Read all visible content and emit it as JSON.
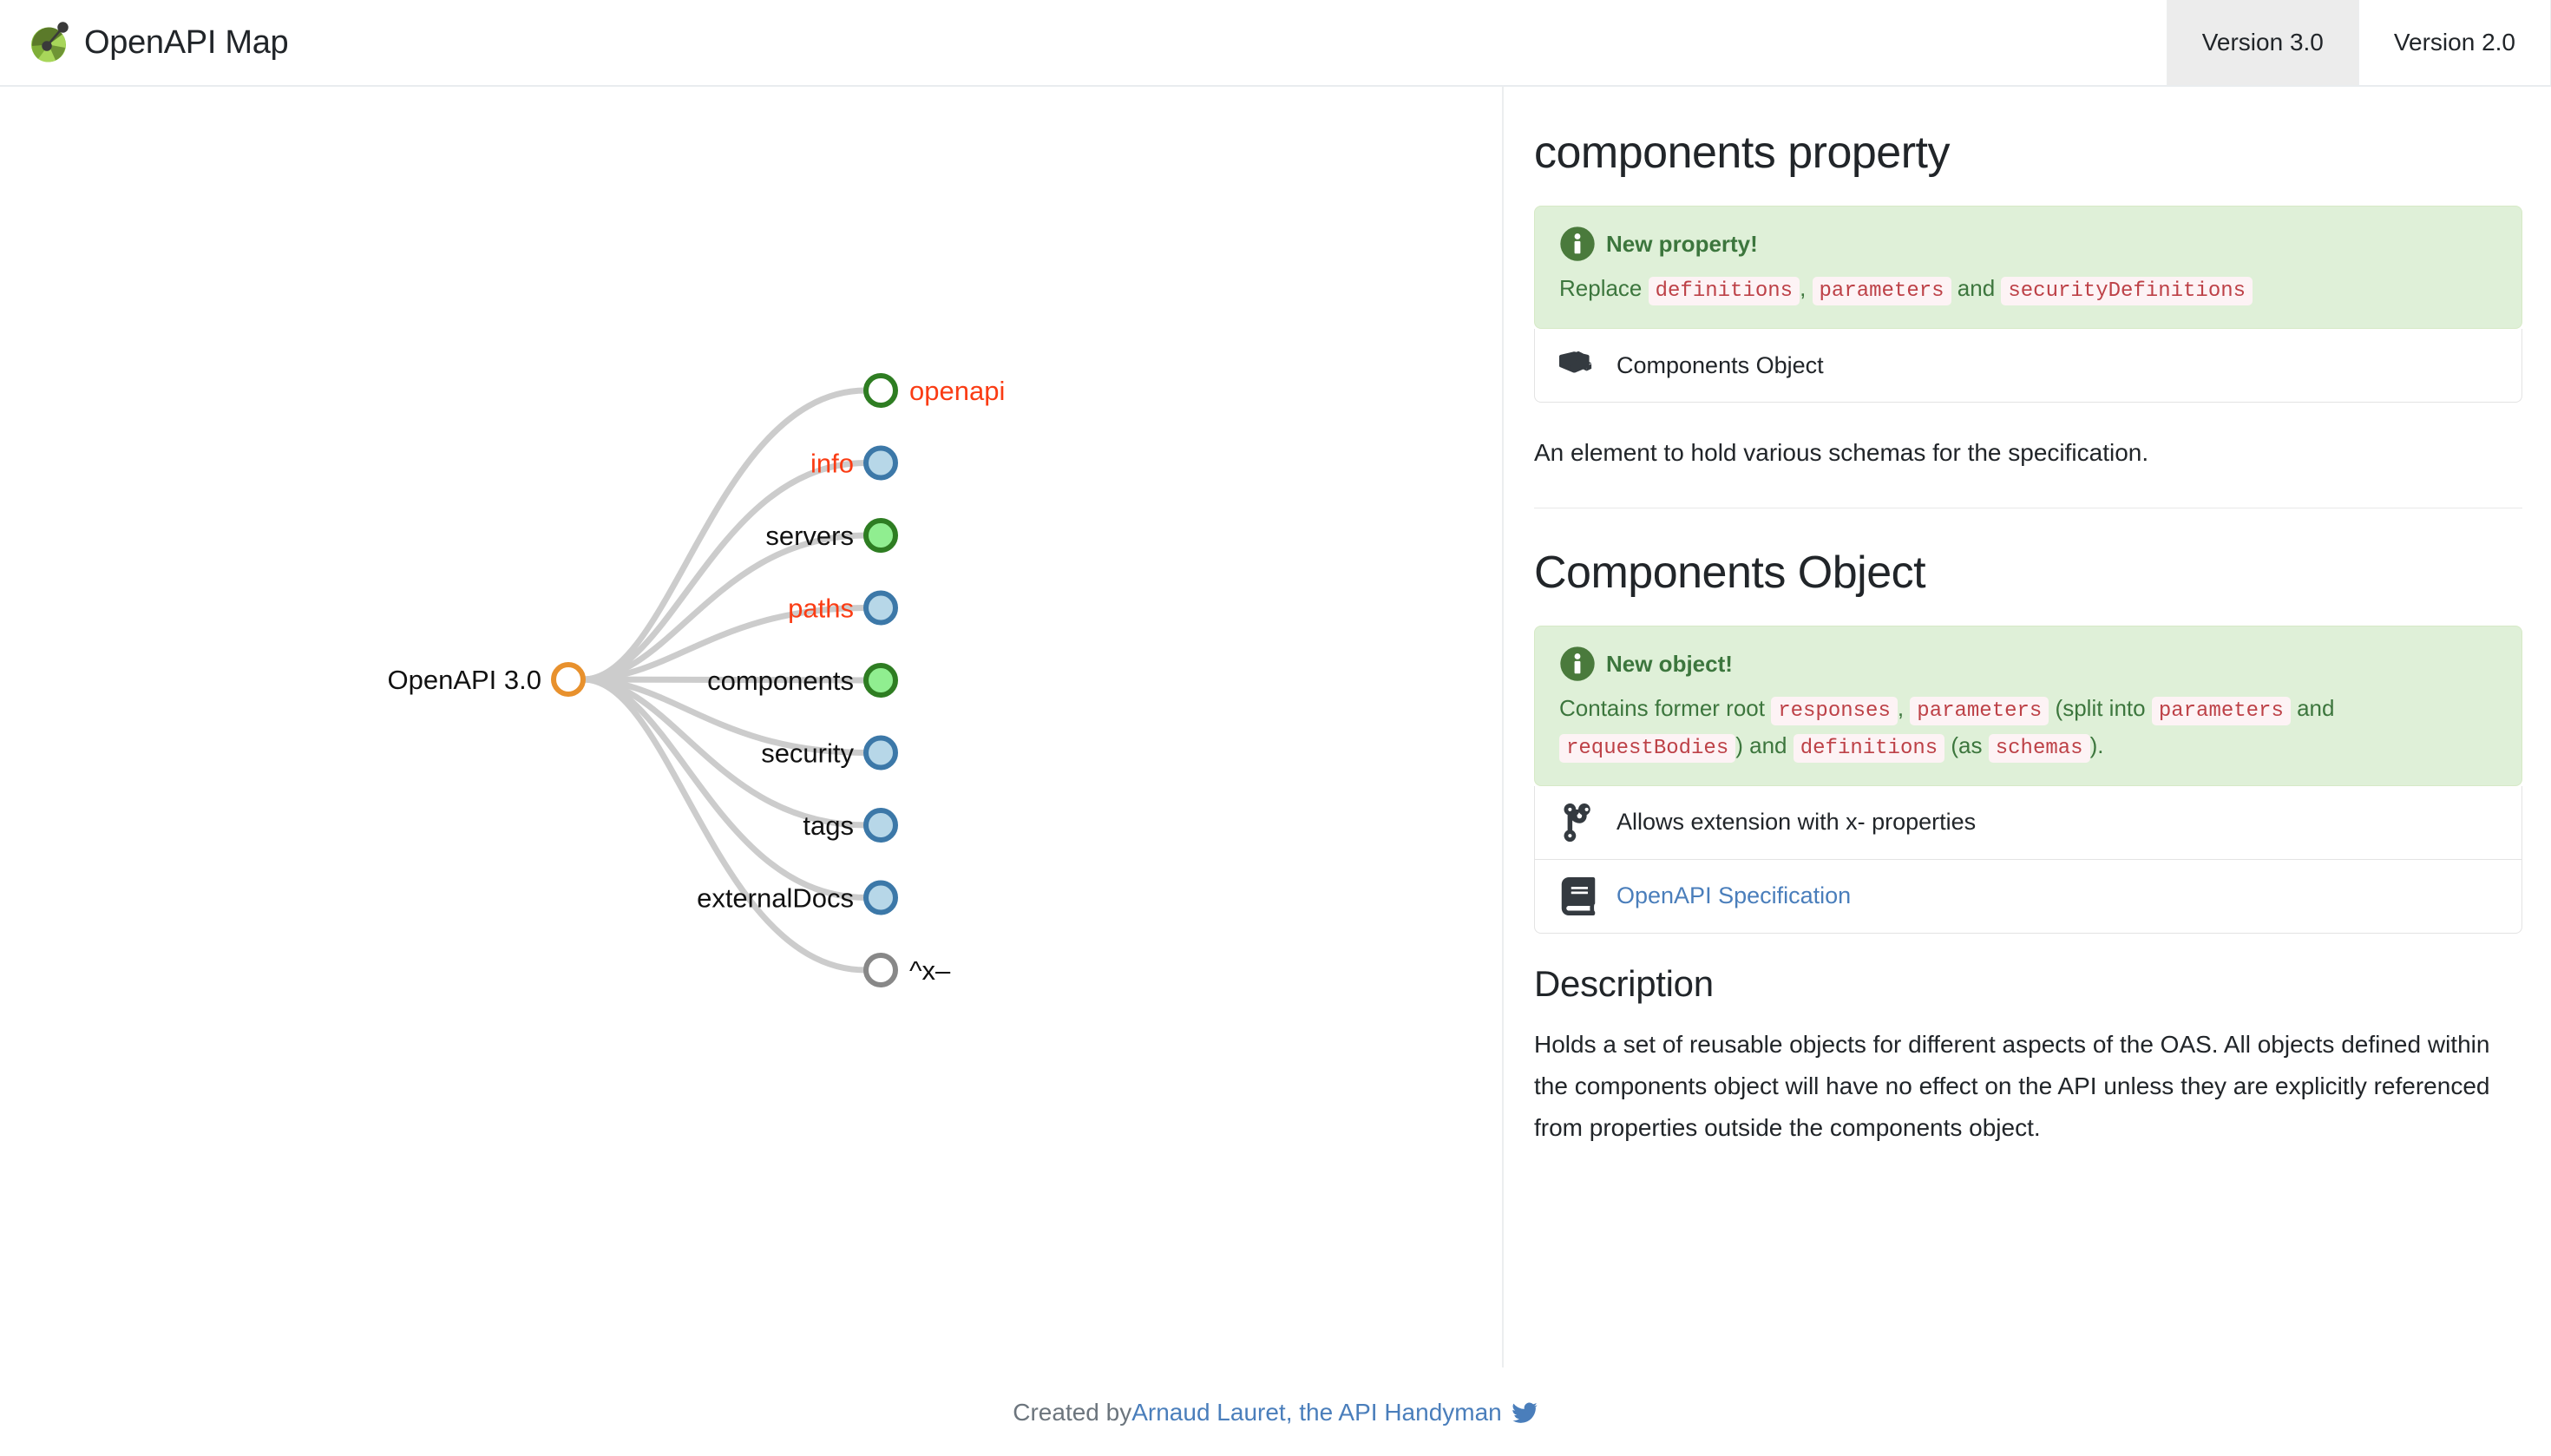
{
  "header": {
    "brand_title": "OpenAPI Map",
    "logo_icon": "openapi-map-logo",
    "tabs": [
      {
        "label": "Version 3.0",
        "active": true
      },
      {
        "label": "Version 2.0",
        "active": false
      }
    ]
  },
  "map": {
    "root": {
      "label": "OpenAPI 3.0",
      "fill": "#ffffff",
      "stroke": "#e8912d",
      "label_color": "#111111"
    },
    "nodes": [
      {
        "label": "openapi",
        "fill": "#ffffff",
        "stroke": "#2e7d22",
        "label_color": "#fa3c14",
        "label_side": "right",
        "required": true
      },
      {
        "label": "info",
        "fill": "#b7d7e8",
        "stroke": "#3c78a8",
        "label_color": "#fa3c14",
        "label_side": "left",
        "required": true
      },
      {
        "label": "servers",
        "fill": "#90ee90",
        "stroke": "#2e7d22",
        "label_color": "#111111",
        "label_side": "left",
        "required": false
      },
      {
        "label": "paths",
        "fill": "#b7d7e8",
        "stroke": "#3c78a8",
        "label_color": "#fa3c14",
        "label_side": "left",
        "required": true
      },
      {
        "label": "components",
        "fill": "#90ee90",
        "stroke": "#2e7d22",
        "label_color": "#111111",
        "label_side": "left",
        "required": false
      },
      {
        "label": "security",
        "fill": "#b7d7e8",
        "stroke": "#3c78a8",
        "label_color": "#111111",
        "label_side": "left",
        "required": false
      },
      {
        "label": "tags",
        "fill": "#b7d7e8",
        "stroke": "#3c78a8",
        "label_color": "#111111",
        "label_side": "left",
        "required": false
      },
      {
        "label": "externalDocs",
        "fill": "#b7d7e8",
        "stroke": "#3c78a8",
        "label_color": "#111111",
        "label_side": "left",
        "required": false
      },
      {
        "label": "^x–",
        "fill": "#ffffff",
        "stroke": "#888888",
        "label_color": "#111111",
        "label_side": "right",
        "required": false
      }
    ],
    "link_color": "#cccccc"
  },
  "detail": {
    "property_title": "components property",
    "property_alert": {
      "icon": "info-circle-icon",
      "heading": "New property!",
      "prefix": "Replace ",
      "codes": [
        "definitions",
        "parameters",
        "securityDefinitions"
      ],
      "sep1": ", ",
      "sep2": " and "
    },
    "property_list": [
      {
        "icon": "cubes-icon",
        "label": "Components Object",
        "is_link": false
      }
    ],
    "property_lead": "An element to hold various schemas for the specification.",
    "object_title": "Components Object",
    "object_alert": {
      "icon": "info-circle-icon",
      "heading": "New object!",
      "t0": "Contains former root ",
      "c1": "responses",
      "t1": ", ",
      "c2": "parameters",
      "t2": " (split into ",
      "c3": "parameters",
      "t3": " and ",
      "c4": "requestBodies",
      "t4": ") and ",
      "c5": "definitions",
      "t5": " (as ",
      "c6": "schemas",
      "t6": ")."
    },
    "object_list": [
      {
        "icon": "code-branch-icon",
        "label": "Allows extension with x- properties",
        "is_link": false
      },
      {
        "icon": "book-icon",
        "label": "OpenAPI Specification",
        "is_link": true
      }
    ],
    "description_title": "Description",
    "description_text": "Holds a set of reusable objects for different aspects of the OAS. All objects defined within the components object will have no effect on the API unless they are explicitly referenced from properties outside the components object."
  },
  "footer": {
    "prefix": "Created by ",
    "link_label": "Arnaud Lauret, the API Handyman",
    "twitter_icon": "twitter-bird-icon"
  },
  "colors": {
    "accent_orange": "#e8912d",
    "required_red": "#fa3c14",
    "link_blue": "#4a7ebb",
    "alert_green_bg": "#dff0d8",
    "alert_green_text": "#3c763d",
    "code_red": "#bd4147"
  }
}
